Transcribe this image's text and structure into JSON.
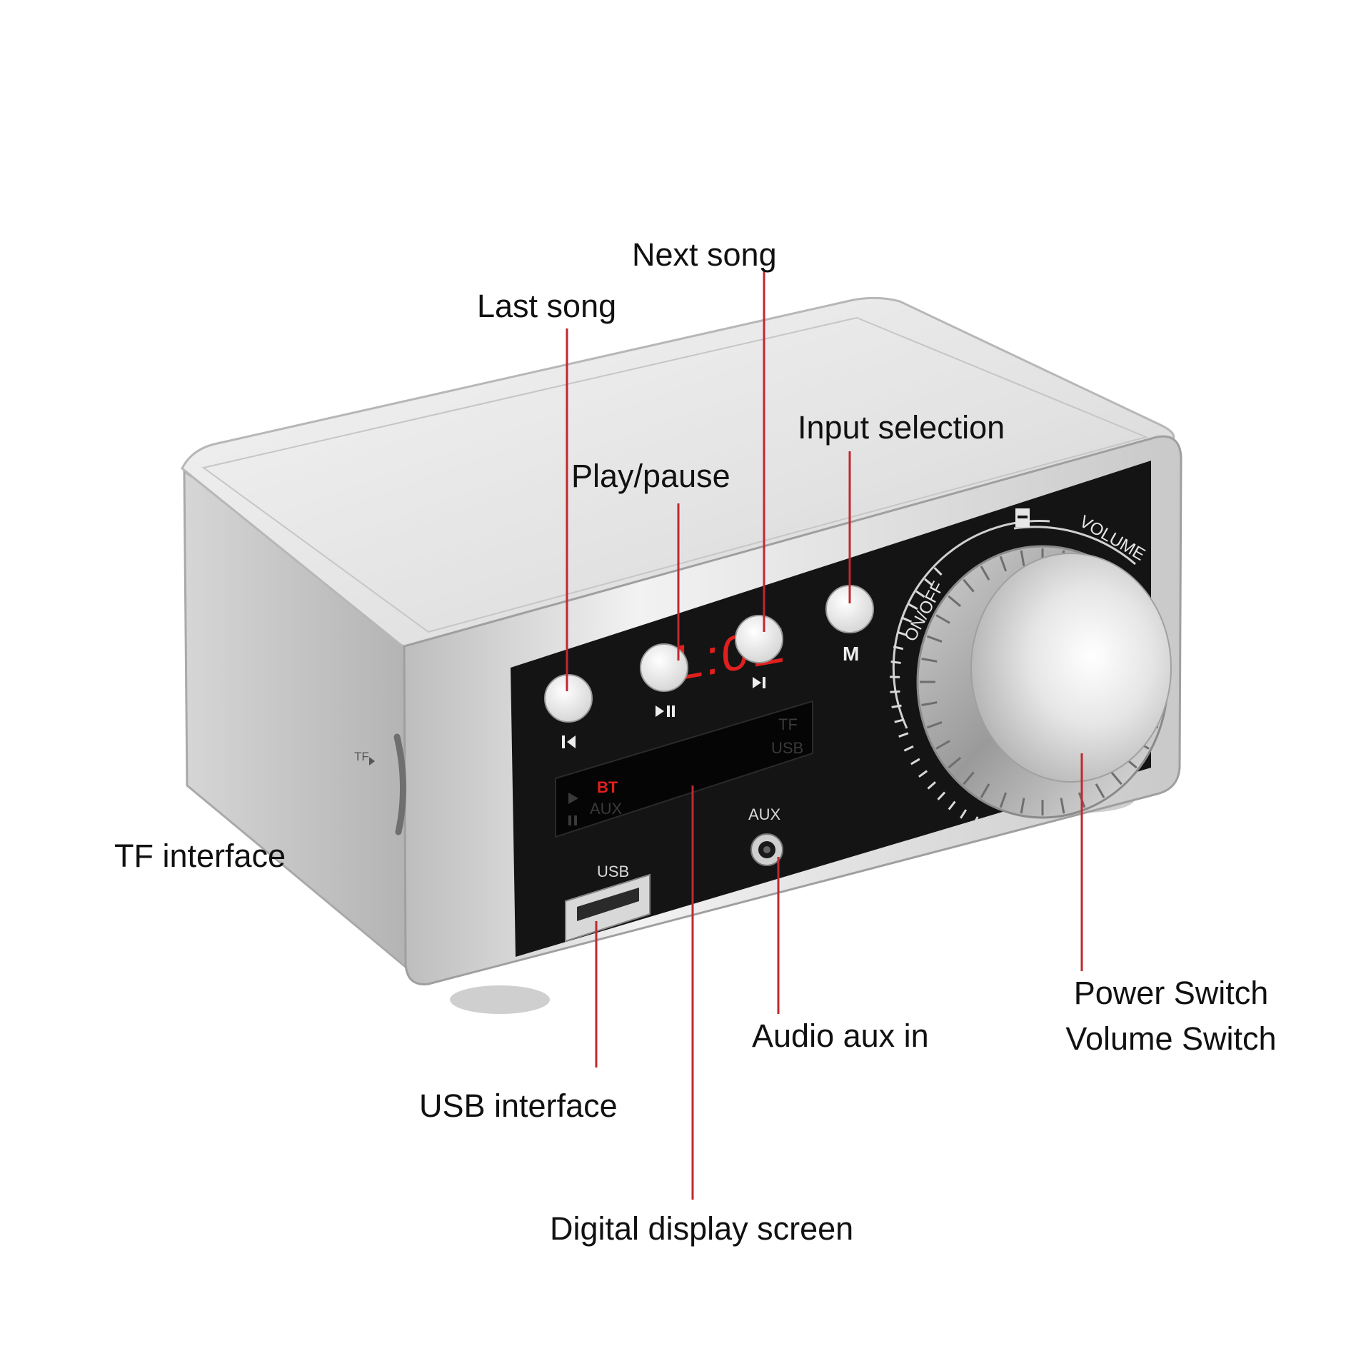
{
  "labels": {
    "last_song": "Last song",
    "next_song": "Next song",
    "play_pause": "Play/pause",
    "input_selection": "Input selection",
    "tf_interface": "TF interface",
    "usb_interface": "USB interface",
    "audio_aux_in": "Audio aux in",
    "power_switch": "Power Switch",
    "volume_switch": "Volume Switch",
    "digital_display_screen": "Digital display screen"
  },
  "device": {
    "display_readout": "bL:0E",
    "display_mode": "BT",
    "display_aux": "AUX",
    "display_tf": "TF",
    "display_usb": "USB",
    "aux_port_label": "AUX",
    "usb_port_label": "USB",
    "side_tf_label": "TF",
    "input_button_label": "M",
    "knob_ring_onoff": "ON/OFF",
    "knob_ring_volume": "VOLUME"
  },
  "colors": {
    "leader_line": "#c0282f",
    "display_digits": "#e0201e",
    "panel": "#141414",
    "metal": "#d9d9d9"
  }
}
